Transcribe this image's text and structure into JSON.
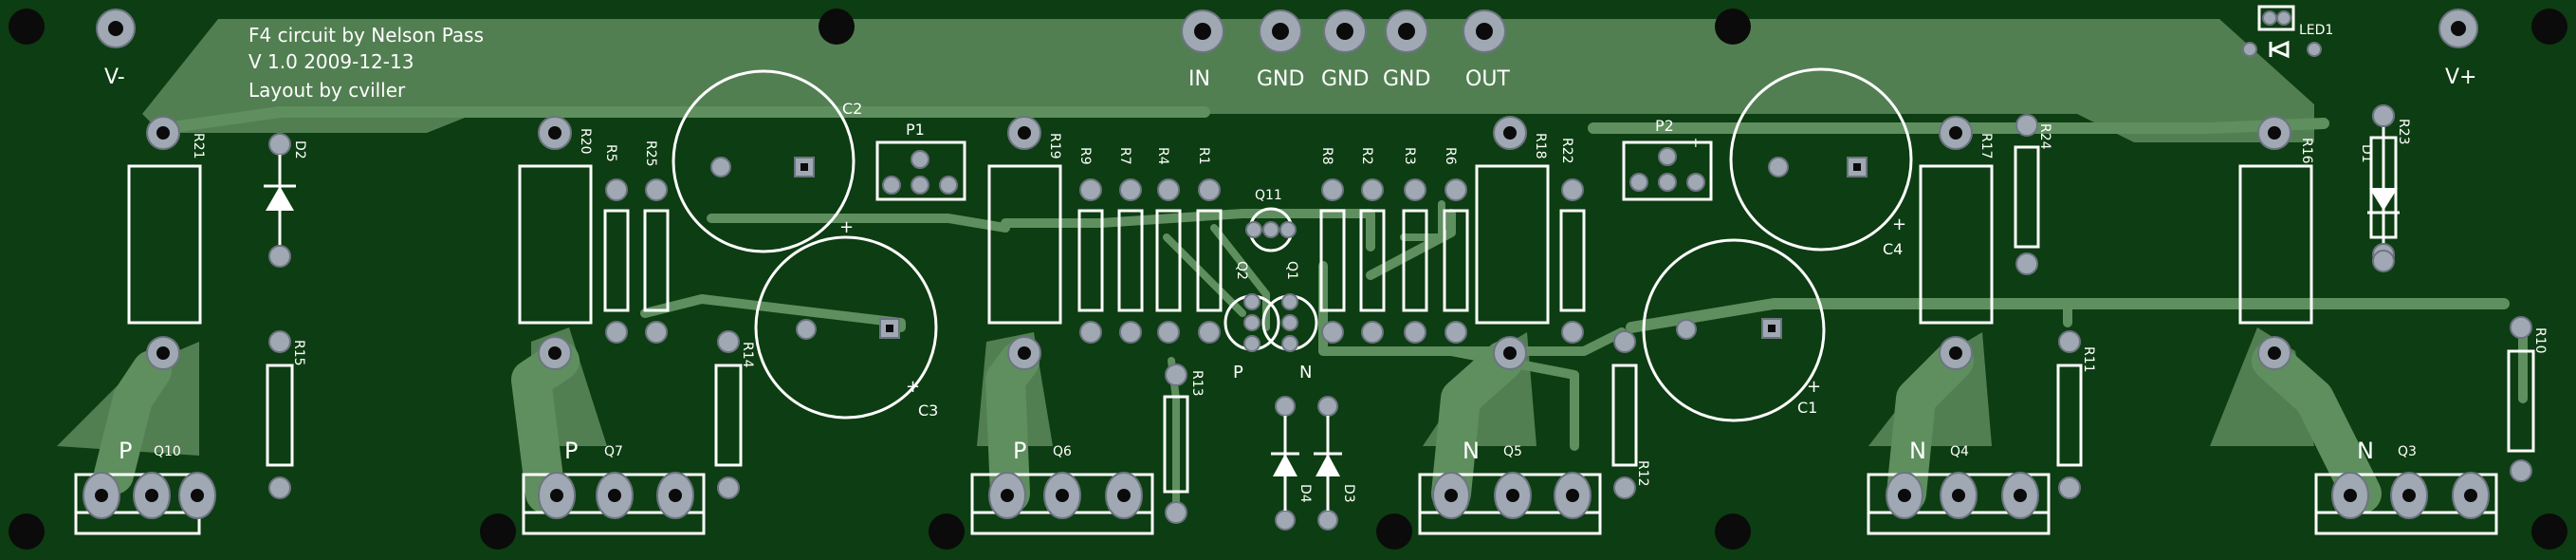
{
  "board": {
    "bg_color": "#0d3d12",
    "copper_color": "#5f8f5f",
    "silk_color": "#ffffff",
    "pad_color": "#a0a8b4"
  },
  "title_block": {
    "line1": "F4 circuit by Nelson Pass",
    "line2": "V 1.0 2009-12-13",
    "line3": "Layout by cviller"
  },
  "connectors": {
    "vminus": "V-",
    "vplus": "V+",
    "in": "IN",
    "gnd1": "GND",
    "gnd2": "GND",
    "gnd3": "GND",
    "out": "OUT"
  },
  "labels": {
    "Q10": "Q10",
    "Q7": "Q7",
    "Q6": "Q6",
    "Q5": "Q5",
    "Q4": "Q4",
    "Q3": "Q3",
    "Q11": "Q11",
    "Q1": "Q1",
    "Q2": "Q2",
    "P1": "P1",
    "P2": "P2",
    "LED1": "LED1",
    "D1": "D1",
    "D2": "D2",
    "D3": "D3",
    "D4": "D4",
    "C1": "C1",
    "C2": "C2",
    "C3": "C3",
    "C4": "C4",
    "R1": "R1",
    "R2": "R2",
    "R3": "R3",
    "R4": "R4",
    "R5": "R5",
    "R6": "R6",
    "R7": "R7",
    "R8": "R8",
    "R9": "R9",
    "R10": "R10",
    "R11": "R11",
    "R12": "R12",
    "R13": "R13",
    "R14": "R14",
    "R15": "R15",
    "R16": "R16",
    "R17": "R17",
    "R18": "R18",
    "R19": "R19",
    "R20": "R20",
    "R21": "R21",
    "R22": "R22",
    "R23": "R23",
    "R24": "R24",
    "R25": "R25",
    "P": "P",
    "N": "N",
    "plus": "+"
  }
}
